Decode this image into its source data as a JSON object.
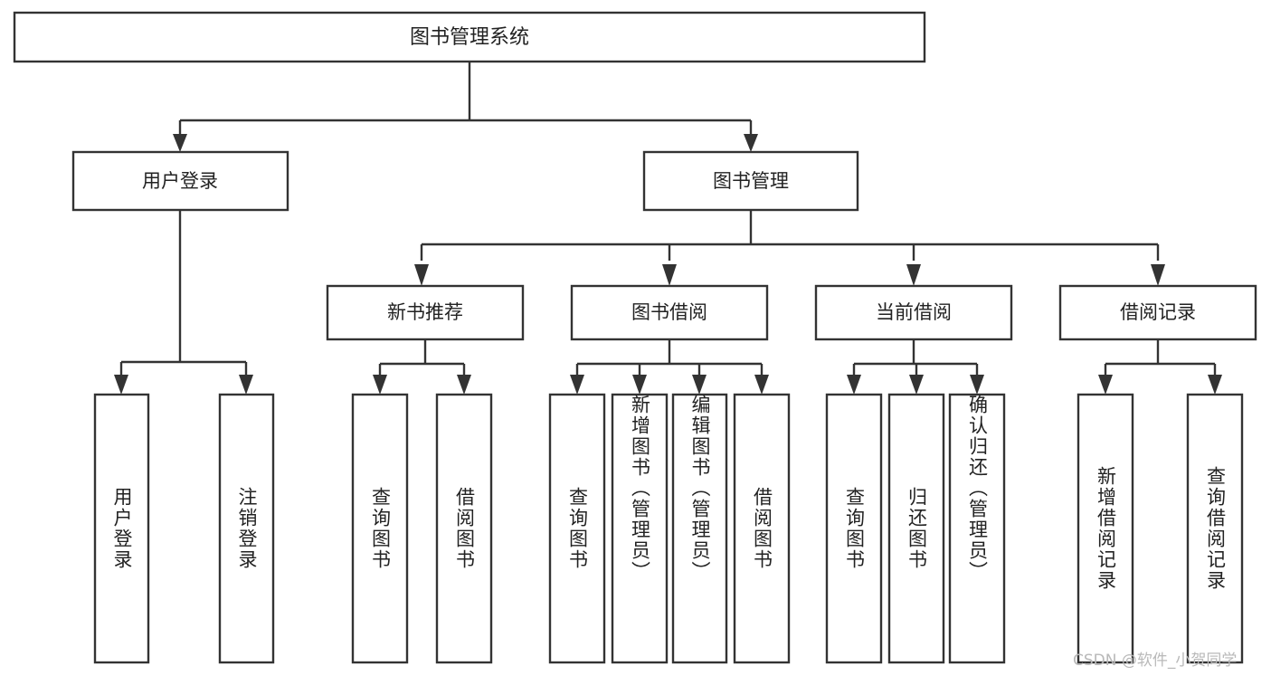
{
  "diagram": {
    "title": "图书管理系统",
    "type": "tree",
    "watermark": "CSDN @软件_小贺同学",
    "colors": {
      "background": "#ffffff",
      "stroke": "#333333",
      "text": "#222222",
      "watermark": "#b9b9b9"
    },
    "root": {
      "label": "图书管理系统"
    },
    "level2": [
      {
        "label": "用户登录"
      },
      {
        "label": "图书管理"
      }
    ],
    "level3": [
      {
        "label": "新书推荐"
      },
      {
        "label": "图书借阅"
      },
      {
        "label": "当前借阅"
      },
      {
        "label": "借阅记录"
      }
    ],
    "leaves": {
      "user_login": [
        {
          "label": "用户登录"
        },
        {
          "label": "注销登录"
        }
      ],
      "new_book_recommend": [
        {
          "label": "查询图书"
        },
        {
          "label": "借阅图书"
        }
      ],
      "book_borrow": [
        {
          "label": "查询图书"
        },
        {
          "label": "新增图书（管理员）"
        },
        {
          "label": "编辑图书（管理员）"
        },
        {
          "label": "借阅图书"
        }
      ],
      "current_borrow": [
        {
          "label": "查询图书"
        },
        {
          "label": "归还图书"
        },
        {
          "label": "确认归还（管理员）"
        }
      ],
      "borrow_record": [
        {
          "label": "新增借阅记录"
        },
        {
          "label": "查询借阅记录"
        }
      ]
    }
  }
}
